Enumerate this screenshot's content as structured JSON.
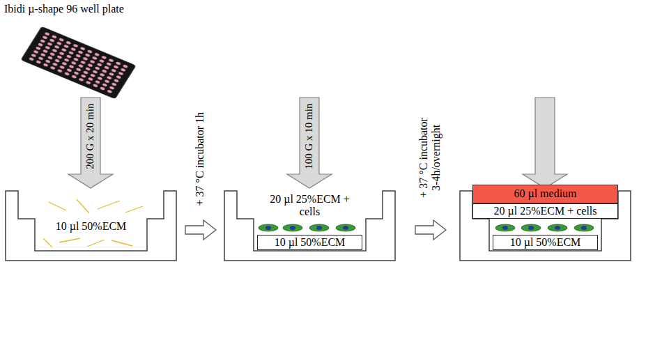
{
  "diagram": {
    "title": "Ibidi µ-shape 96 well plate",
    "nodes": [
      {
        "text": [
          "10 µl 50%ECM"
        ]
      },
      {
        "text": [
          "20 µl 25%ECM + cells"
        ]
      },
      {
        "text": [
          "10 µl 50%ECM"
        ]
      },
      {
        "text": [
          "60 µl medium"
        ]
      },
      {
        "text": [
          "20 µl 25%ECM + cells"
        ]
      },
      {
        "text": [
          "10 µl 50%ECM"
        ]
      }
    ],
    "labels": [
      "200 G x 20 min",
      "+ 37 °C incubator 1h",
      "100 G x 10 min",
      "+ 37 °C incubator 3-4h/overnight"
    ]
  }
}
